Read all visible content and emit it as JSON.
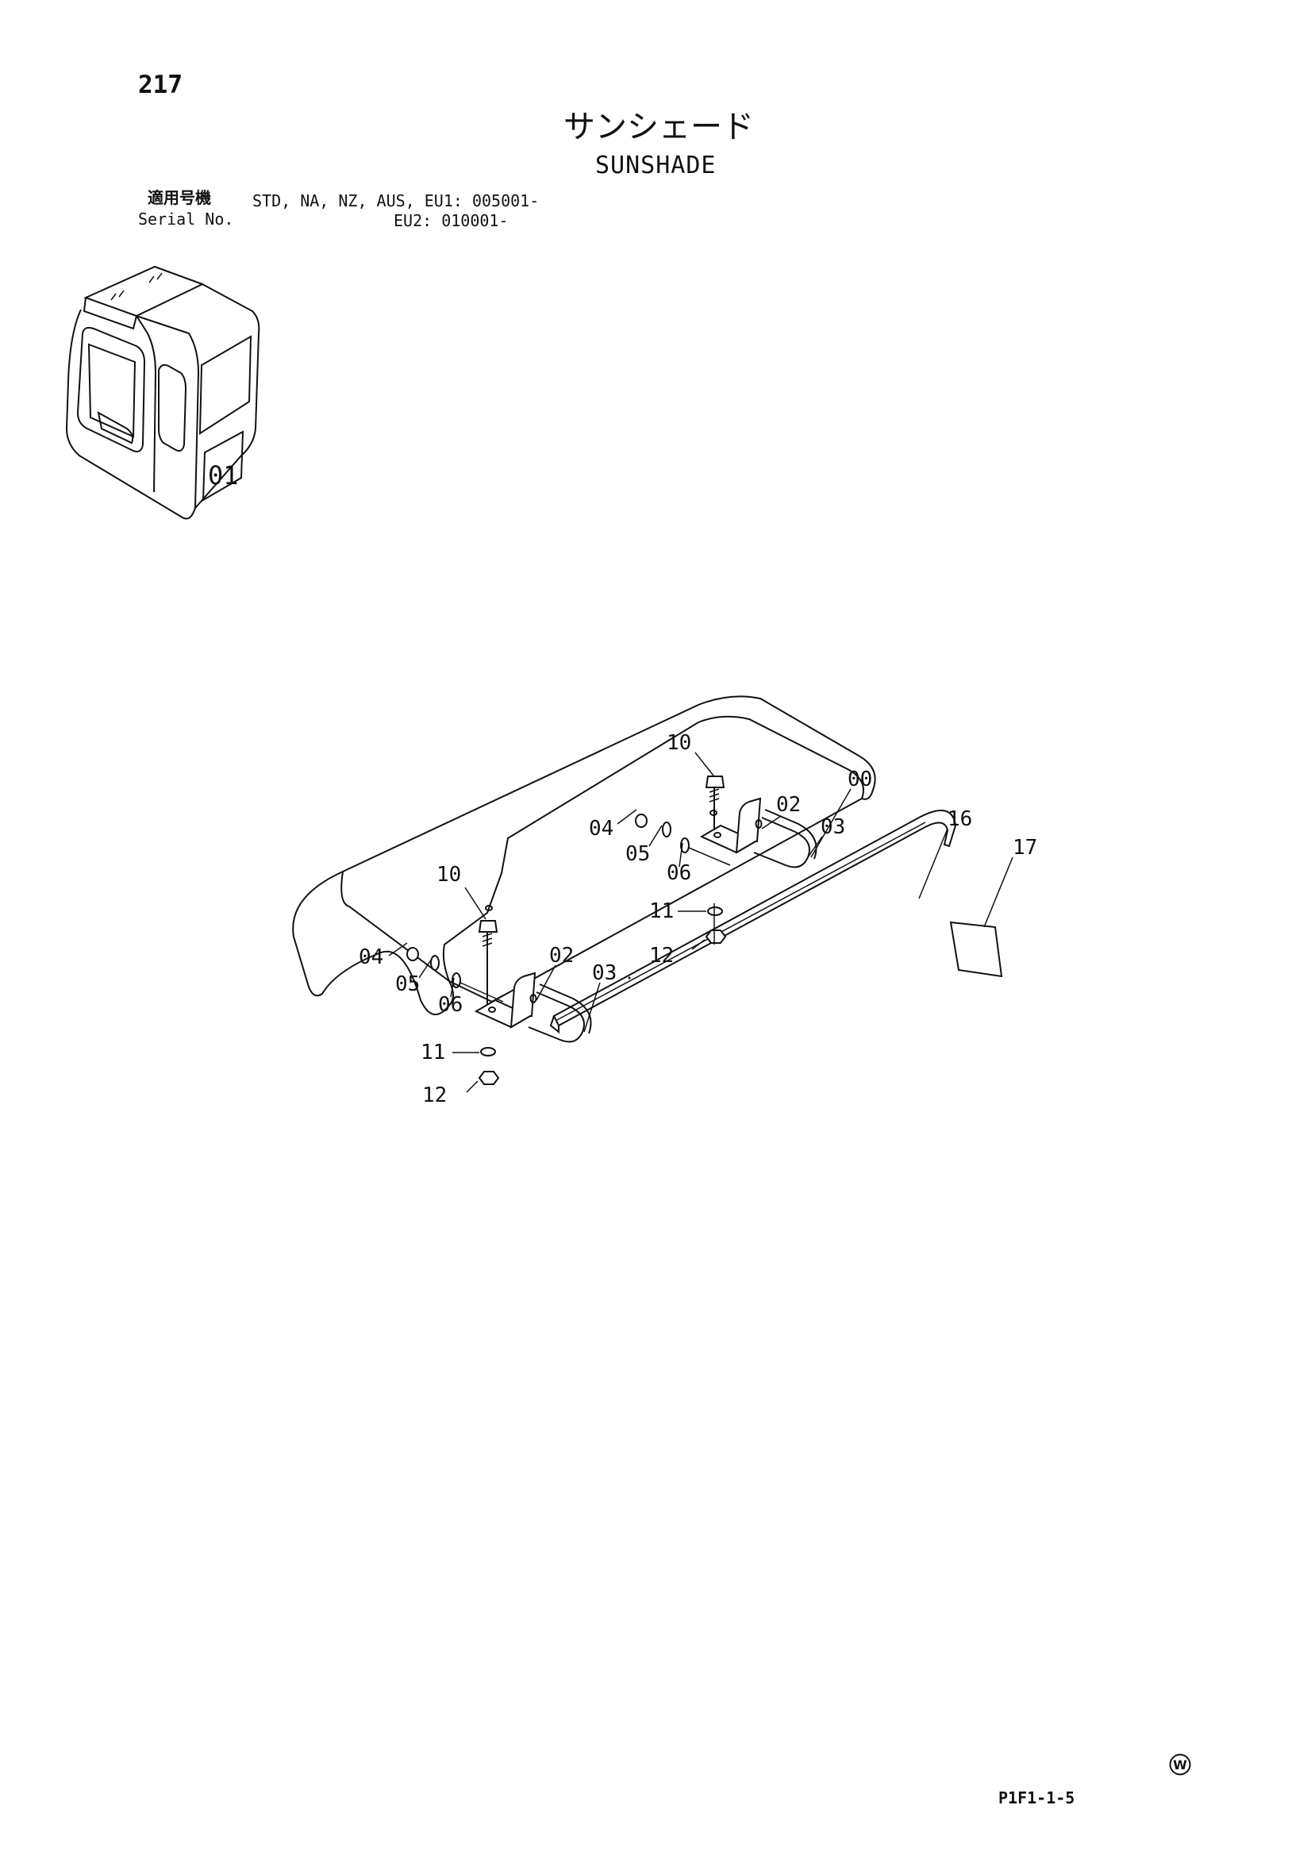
{
  "page_number": "217",
  "title_jp": "サンシェード",
  "title_en": "SUNSHADE",
  "serial": {
    "label_jp": "適用号機",
    "label_en": "Serial No.",
    "row1": "STD, NA, NZ, AUS, EU1: 005001-",
    "row2": "EU2: 010001-"
  },
  "inset_decal": "01",
  "callouts": {
    "c00": "00",
    "c16": "16",
    "c17": "17",
    "left": {
      "c02": "02",
      "c03": "03",
      "c04": "04",
      "c05": "05",
      "c06": "06",
      "c10": "10",
      "c11": "11",
      "c12": "12"
    },
    "right": {
      "c02": "02",
      "c03": "03",
      "c04": "04",
      "c05": "05",
      "c06": "06",
      "c10": "10",
      "c11": "11",
      "c12": "12"
    }
  },
  "page_code": "P1F1-1-5",
  "w_mark": "W",
  "icons": [
    "cab-inset-illustration",
    "sunshade-panel",
    "bracket",
    "u-bolt",
    "bolt",
    "washer",
    "nut",
    "trim-strip",
    "label-plate",
    "w-circle-icon"
  ]
}
